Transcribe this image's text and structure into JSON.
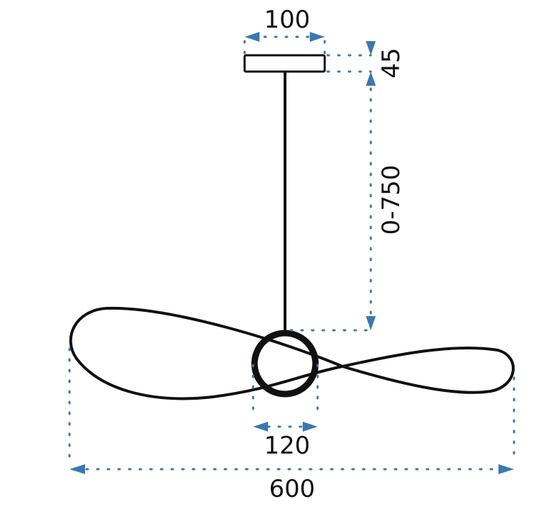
{
  "dimensions": {
    "canopy_width": "100",
    "canopy_height": "45",
    "cable_length": "0-750",
    "ring_diameter": "120",
    "total_width": "600"
  },
  "colors": {
    "dimension_lines": "#3a78b0",
    "lamp": "#111111"
  }
}
